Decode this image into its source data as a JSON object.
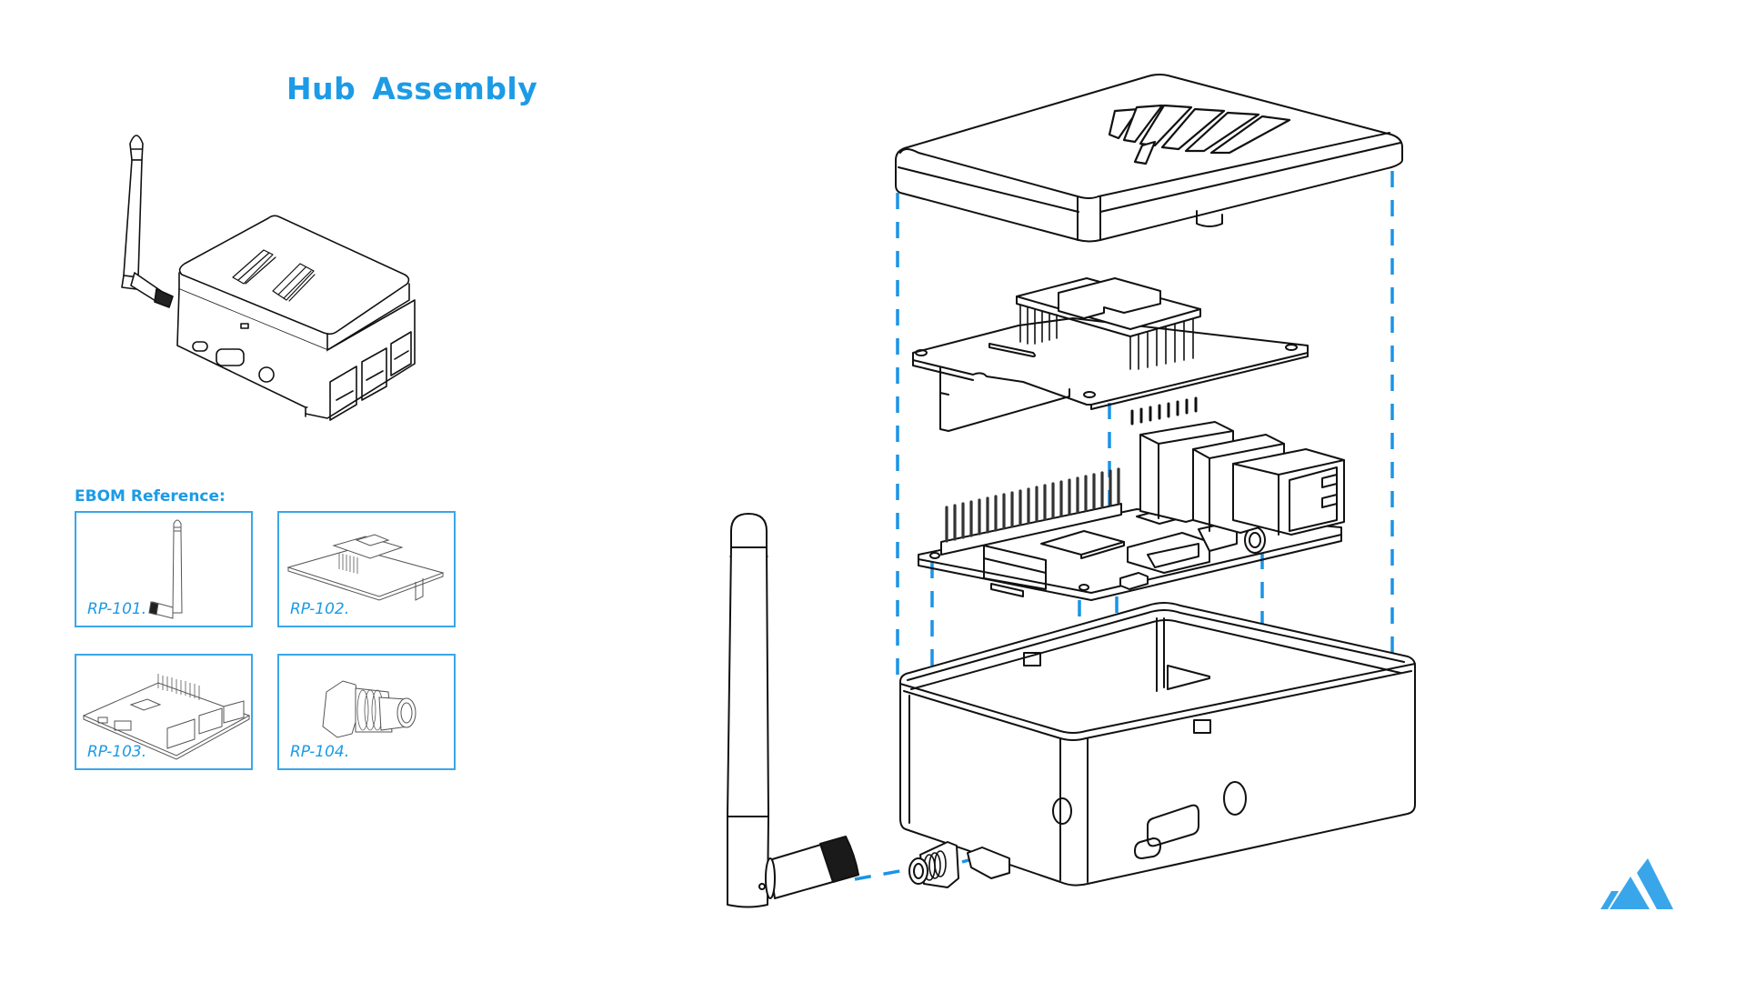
{
  "title": "Hub Assembly",
  "ebom": {
    "heading": "EBOM Reference:",
    "items": [
      {
        "part": "RP-101.",
        "depicts": "antenna"
      },
      {
        "part": "RP-102.",
        "depicts": "hat-board"
      },
      {
        "part": "RP-103.",
        "depicts": "raspberry-pi-board"
      },
      {
        "part": "RP-104.",
        "depicts": "sma-bulkhead-connector"
      }
    ]
  },
  "colors": {
    "accent": "#1c9be6",
    "dash": "#1a94e6",
    "line": "#111111",
    "logo": "#3aa6ea"
  },
  "icons": {
    "logo": "mountain-logo-icon"
  }
}
